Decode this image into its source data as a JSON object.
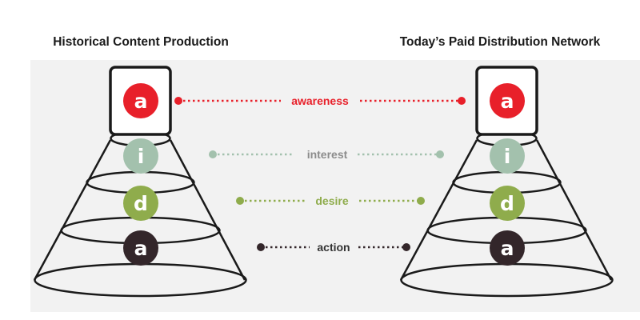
{
  "titles": {
    "left": "Historical Content Production",
    "right": "Today’s Paid Distribution Network"
  },
  "stages": [
    {
      "letter": "a",
      "label": "awareness",
      "color": "#e8202a"
    },
    {
      "letter": "i",
      "label": "interest",
      "color": "#a3c1ad"
    },
    {
      "letter": "d",
      "label": "desire",
      "color": "#8fac4c"
    },
    {
      "letter": "a",
      "label": "action",
      "color": "#33262a"
    }
  ],
  "label_colors": {
    "awareness": "#e8202a",
    "interest": "#8c8c8c",
    "desire": "#8fac4c",
    "action": "#333333"
  },
  "background": "#f2f2f2"
}
